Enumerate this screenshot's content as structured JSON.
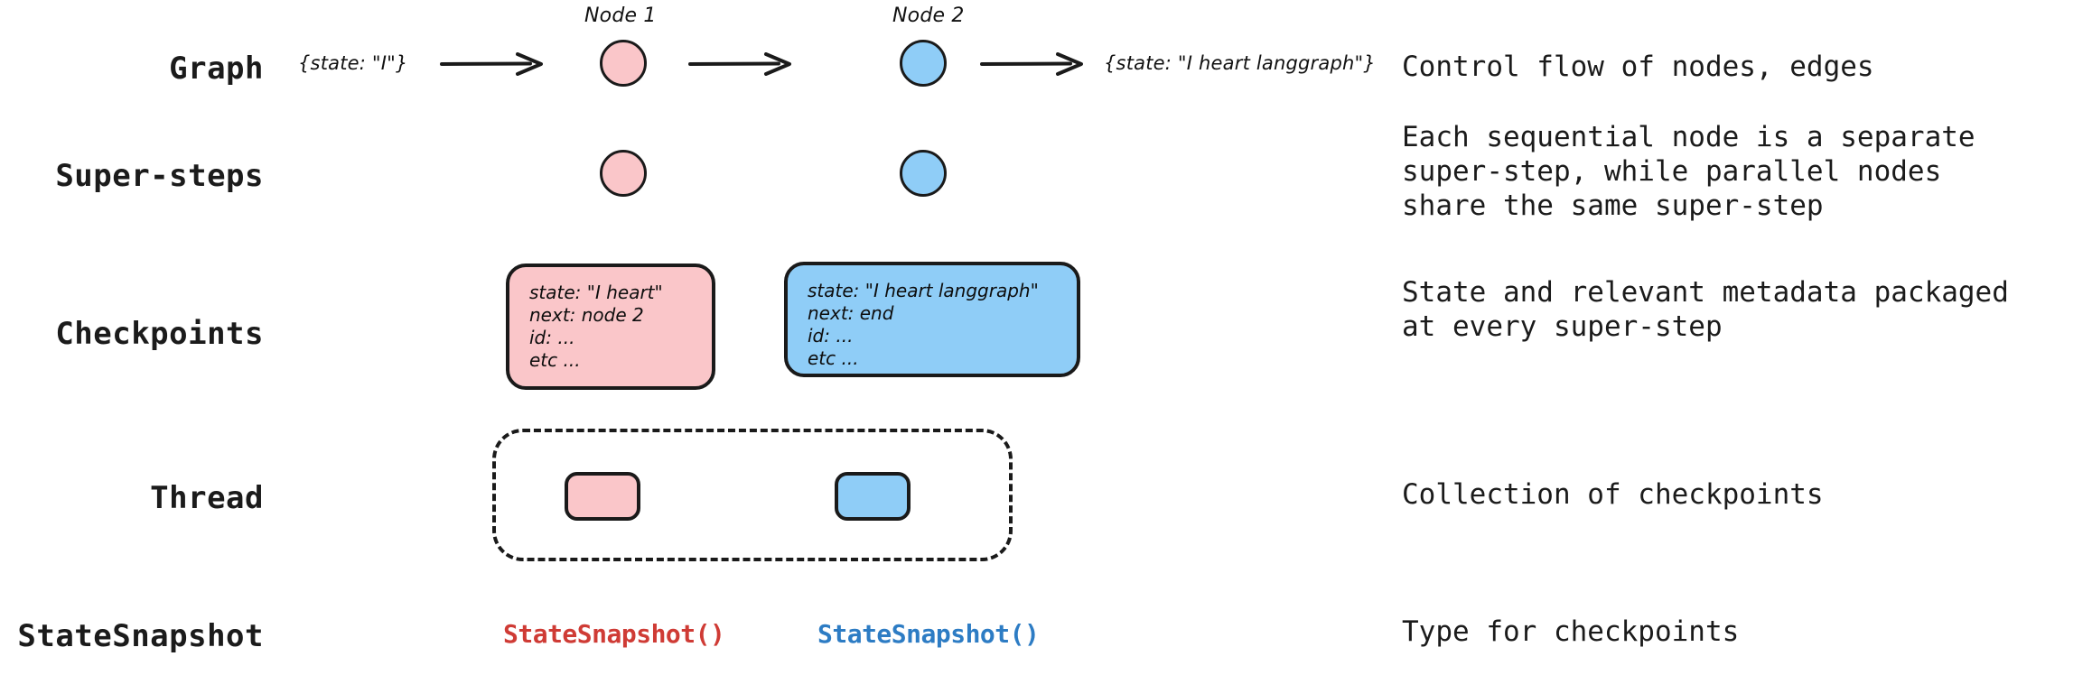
{
  "diagram": {
    "title": "LangGraph persistence concepts",
    "colors": {
      "pink_fill": "#fac6c9",
      "blue_fill": "#8fcdf7",
      "stroke": "#1a1a1a",
      "text": "#1b1b1b",
      "snapshot_red": "#cf3b35",
      "snapshot_blue": "#2d7cc4"
    }
  },
  "rows": {
    "graph": {
      "label": "Graph",
      "description": "Control flow of nodes, edges"
    },
    "supersteps": {
      "label": "Super-steps",
      "description": "Each sequential node is a separate\nsuper-step, while parallel nodes\nshare the same super-step"
    },
    "checkpoints": {
      "label": "Checkpoints",
      "description": "State and relevant metadata packaged\nat every super-step"
    },
    "thread": {
      "label": "Thread",
      "description": "Collection of checkpoints"
    },
    "statesnapshot": {
      "label": "StateSnapshot",
      "description": "Type for checkpoints"
    }
  },
  "graph_row": {
    "input_state": "{state: \"I\"}",
    "output_state": "{state: \"I heart langgraph\"}",
    "node1_caption": "Node 1",
    "node2_caption": "Node 2"
  },
  "checkpoint_boxes": [
    {
      "color": "pink",
      "lines": [
        "state: \"I heart\"",
        "next: node 2",
        "id: ...",
        "etc ..."
      ]
    },
    {
      "color": "blue",
      "lines": [
        "state: \"I heart langgraph\"",
        "next: end",
        "id: ...",
        "etc ..."
      ]
    }
  ],
  "snapshots": [
    {
      "label": "StateSnapshot()",
      "color": "#cf3b35"
    },
    {
      "label": "StateSnapshot()",
      "color": "#2d7cc4"
    }
  ]
}
